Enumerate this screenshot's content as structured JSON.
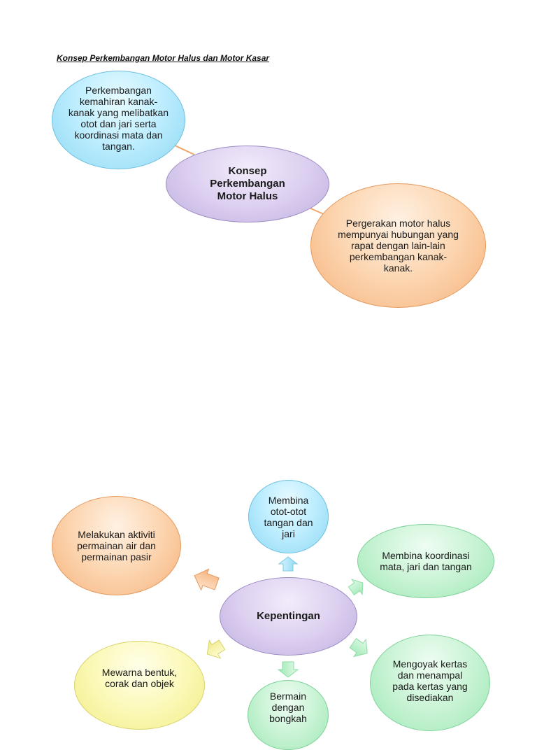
{
  "title": "Konsep Perkembangan Motor Halus dan Motor Kasar",
  "diagram1": {
    "center": "Konsep Perkembangan Motor Halus",
    "node_top_left": "Perkembangan kemahiran kanak-kanak yang melibatkan otot dan jari serta koordinasi mata dan tangan.",
    "node_bottom_right": "Pergerakan motor halus mempunyai hubungan yang rapat dengan lain-lain perkembangan kanak-kanak."
  },
  "diagram2": {
    "center": "Kepentingan",
    "top": "Membina otot-otot tangan dan jari",
    "top_right": "Membina koordinasi mata, jari dan tangan",
    "top_left": "Melakukan aktiviti permainan air dan permainan pasir",
    "bottom_left": "Mewarna bentuk, corak dan objek",
    "bottom": "Bermain dengan bongkah",
    "bottom_right": "Mengoyak kertas dan menampal pada kertas yang disediakan"
  },
  "colors": {
    "connector": "#f2a56a",
    "blue": "#bfeeff",
    "purple": "#ddd0f0",
    "orange": "#fcd5b0",
    "green": "#c9f3d5",
    "yellow": "#fbf9b8"
  }
}
